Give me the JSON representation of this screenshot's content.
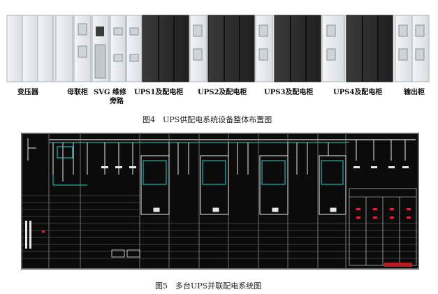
{
  "figure4": {
    "labels": [
      "变压器",
      "母联柜",
      "SVG 维修",
      "旁路",
      "UPS1及配电柜",
      "UPS2及配电柜",
      "UPS3及配电柜",
      "UPS4及配电柜",
      "输出柜"
    ],
    "caption": "图4　UPS供配电系统设备整体布置图"
  },
  "figure5": {
    "caption": "图5　多台UPS并联配电系统图"
  },
  "colors": {
    "cabinet_light": "#e9ecef",
    "cabinet_dark": "#2e2e2e",
    "diagram_bg": "#0b0b0b",
    "wire_cyan": "#18d6d6",
    "wire_white": "#e8e8e8",
    "wire_green": "#22c55e",
    "highlight_red": "#e11d48"
  }
}
